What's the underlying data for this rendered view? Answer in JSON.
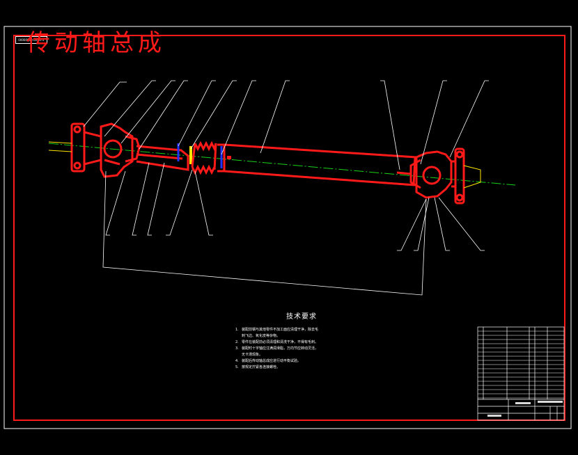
{
  "drawing": {
    "title": "传动轴总成",
    "corner_code": "00000000-0X-01-2"
  },
  "tech_requirements": {
    "title": "技术要求",
    "items": [
      {
        "num": "1.",
        "text": "装配前钢与其他零件不加工面应清理干净，除去毛"
      },
      {
        "num": "",
        "text": "刺飞边、氧化皮等杂物。"
      },
      {
        "num": "2.",
        "text": "零件在装配前必须清理和清洗干净，不得有毛刺。"
      },
      {
        "num": "3.",
        "text": "装配时十字轴应注满润滑脂，万向节应转动灵活，"
      },
      {
        "num": "",
        "text": "无卡滞现象。"
      },
      {
        "num": "4.",
        "text": "装配后传动轴总成应进行动平衡试验。"
      },
      {
        "num": "5.",
        "text": "按规定拧紧各连接螺栓。"
      }
    ]
  },
  "colors": {
    "part": "#ff1a1a",
    "frame": "#ff1a1a",
    "leader": "#ffffff",
    "centerline": "#19d219",
    "accent_yellow": "#ffe600",
    "accent_blue": "#2233ff"
  }
}
